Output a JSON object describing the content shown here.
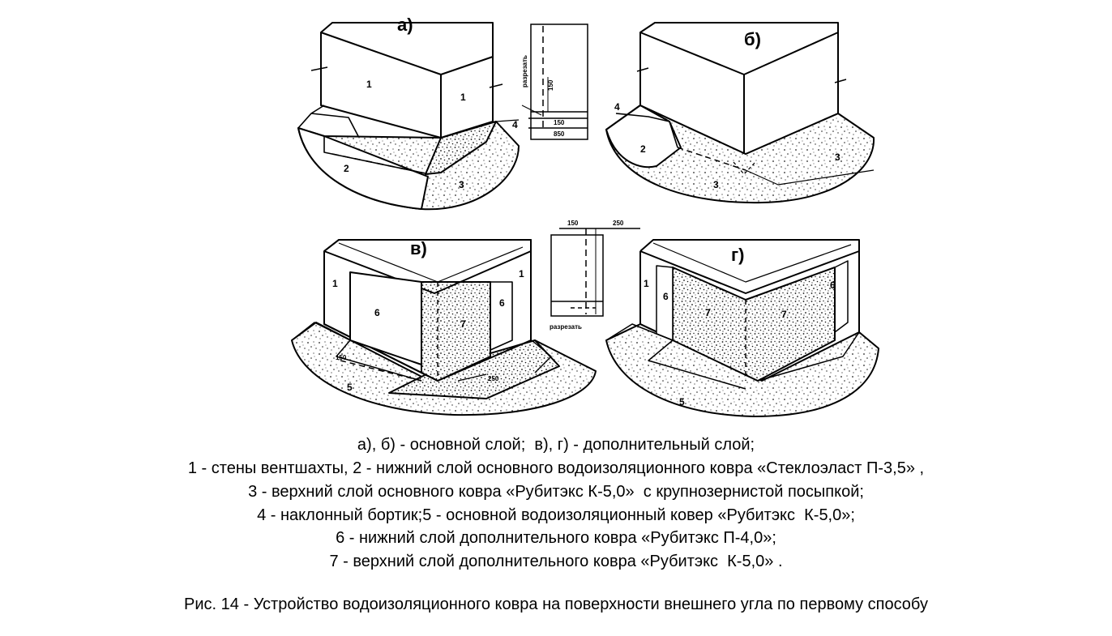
{
  "figure": {
    "panels": {
      "a": "а)",
      "b": "б)",
      "v": "в)",
      "g": "г)"
    },
    "numbers": {
      "n1": "1",
      "n2": "2",
      "n3": "3",
      "n4": "4",
      "n5": "5",
      "n6": "6",
      "n7": "7"
    },
    "cut_label": "разрезать",
    "dims": {
      "d150": "150",
      "d850": "850",
      "d250": "250"
    }
  },
  "caption": {
    "line1": "а), б) - основной слой;  в), г) - дополнительный слой;",
    "line2": "1 - стены вентшахты, 2 - нижний слой основного водоизоляционного ковра «Стеклоэласт П-3,5» ,",
    "line3": "3 - верхний слой основного ковра «Рубитэкс К-5,0»  с крупнозернистой посыпкой;",
    "line4": "4 - наклонный бортик;5 - основной водоизоляционный ковер «Рубитэкс  К-5,0»;",
    "line5": "6 - нижний слой дополнительного ковра «Рубитэкс П-4,0»;",
    "line6": "7 - верхний слой дополнительного ковра «Рубитэкс  К-5,0» .",
    "title": "Рис. 14 - Устройство водоизоляционного ковра на поверхности внешнего угла по первому способу"
  }
}
